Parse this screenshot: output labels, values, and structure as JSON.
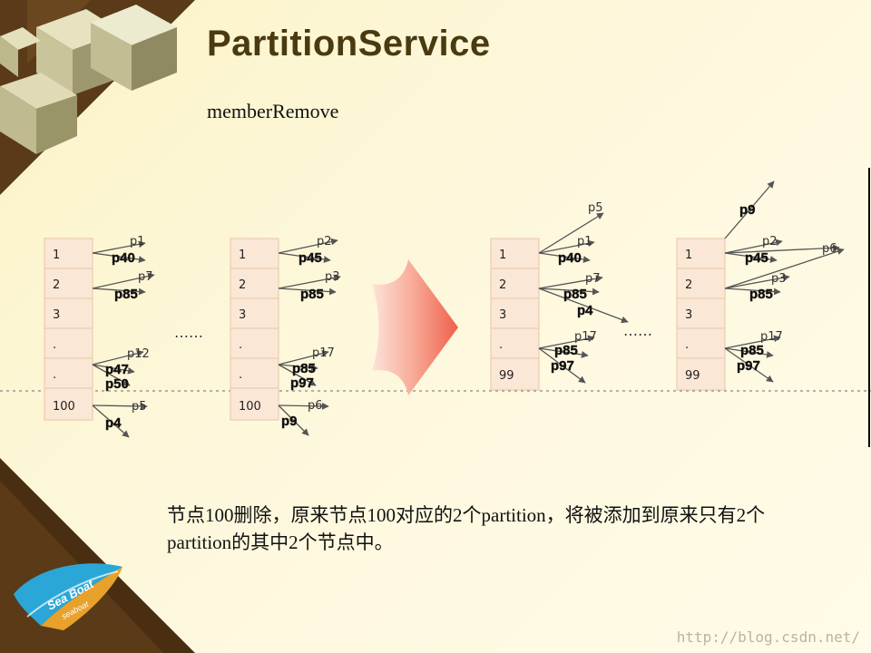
{
  "title": "PartitionService",
  "subtitle": "memberRemove",
  "caption": "节点100删除，原来节点100对应的2个partition，将被添加到原来只有2个partition的其中2个节点中。",
  "ellipsis": "……",
  "watermark": "http://blog.csdn.net/",
  "logo": {
    "line1": "Sea Boat",
    "line2": "seaboat"
  },
  "colors": {
    "cell_fill": "#fbe7d6",
    "title": "#4a3a10",
    "arrow": "#555555",
    "big_arrow": "#f07060"
  },
  "before": [
    {
      "cells": [
        "1",
        "2",
        "3",
        ".",
        ".",
        "100"
      ],
      "labels": [
        {
          "text": "p1",
          "style": "thin"
        },
        {
          "text": "p40",
          "style": "bold"
        },
        {
          "text": "p7",
          "style": "thin"
        },
        {
          "text": "p85",
          "style": "bold"
        },
        {
          "text": "p12",
          "style": "thin"
        },
        {
          "text": "p47",
          "style": "bold"
        },
        {
          "text": "p50",
          "style": "bold"
        },
        {
          "text": "p5",
          "style": "thin"
        },
        {
          "text": "p4",
          "style": "bold"
        }
      ]
    },
    {
      "cells": [
        "1",
        "2",
        "3",
        ".",
        ".",
        "100"
      ],
      "labels": [
        {
          "text": "p2",
          "style": "thin"
        },
        {
          "text": "p45",
          "style": "bold"
        },
        {
          "text": "p3",
          "style": "thin"
        },
        {
          "text": "p85",
          "style": "bold"
        },
        {
          "text": "p17",
          "style": "thin"
        },
        {
          "text": "p85",
          "style": "bold"
        },
        {
          "text": "p97",
          "style": "bold"
        },
        {
          "text": "p6",
          "style": "thin"
        },
        {
          "text": "p9",
          "style": "bold"
        }
      ]
    }
  ],
  "after": [
    {
      "cells": [
        "1",
        "2",
        "3",
        ".",
        "99"
      ],
      "labels": [
        {
          "text": "p5",
          "style": "thin"
        },
        {
          "text": "p1",
          "style": "thin"
        },
        {
          "text": "p40",
          "style": "bold"
        },
        {
          "text": "p7",
          "style": "thin"
        },
        {
          "text": "p85",
          "style": "bold"
        },
        {
          "text": "p4",
          "style": "bold"
        },
        {
          "text": "p17",
          "style": "thin"
        },
        {
          "text": "p85",
          "style": "bold"
        },
        {
          "text": "p97",
          "style": "bold"
        }
      ]
    },
    {
      "cells": [
        "1",
        "2",
        "3",
        ".",
        "99"
      ],
      "labels": [
        {
          "text": "p9",
          "style": "bold"
        },
        {
          "text": "p2",
          "style": "thin"
        },
        {
          "text": "p45",
          "style": "bold"
        },
        {
          "text": "p6",
          "style": "thin"
        },
        {
          "text": "p3",
          "style": "thin"
        },
        {
          "text": "p85",
          "style": "bold"
        },
        {
          "text": "p17",
          "style": "thin"
        },
        {
          "text": "p85",
          "style": "bold"
        },
        {
          "text": "p97",
          "style": "bold"
        }
      ]
    }
  ]
}
